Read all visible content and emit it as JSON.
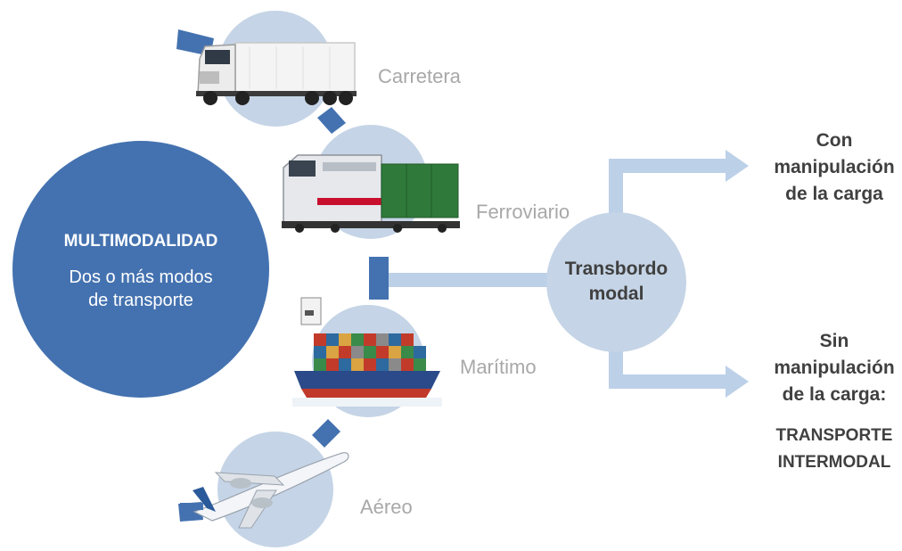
{
  "main": {
    "title": "MULTIMODALIDAD",
    "subtitle_line1": "Dos o  más modos",
    "subtitle_line2": "de transporte"
  },
  "modes": [
    {
      "label": "Carretera",
      "icon": "truck-icon"
    },
    {
      "label": "Ferroviario",
      "icon": "train-icon"
    },
    {
      "label": "Marítimo",
      "icon": "ship-icon"
    },
    {
      "label": "Aéreo",
      "icon": "airplane-icon"
    }
  ],
  "transbordo": {
    "line1": "Transbordo",
    "line2": "modal"
  },
  "outcomes": {
    "top": {
      "line1": "Con",
      "line2": "manipulación",
      "line3": "de la carga"
    },
    "bottom": {
      "line1": "Sin",
      "line2": "manipulación",
      "line3": "de la carga:",
      "line4": "TRANSPORTE",
      "line5": "INTERMODAL"
    }
  },
  "colors": {
    "main_circle": "#4472b0",
    "mode_circle": "#c5d4e6",
    "connector": "#4472b0",
    "arrow": "#bcd0e8",
    "mode_text": "#a8a8a8",
    "dark_text": "#404040"
  }
}
